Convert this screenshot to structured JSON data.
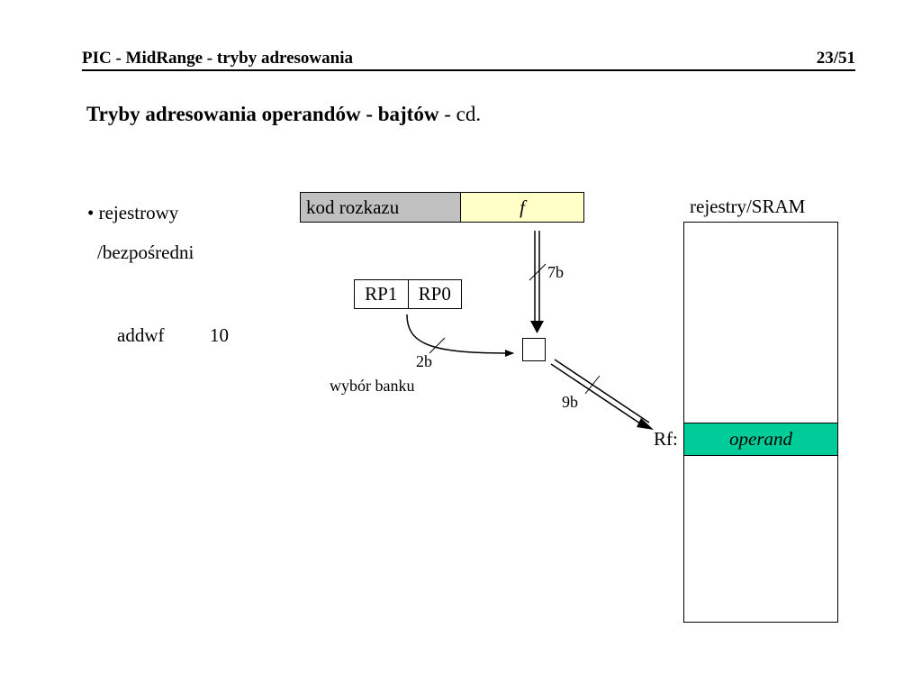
{
  "header": {
    "title": "PIC - MidRange - tryby adresowania",
    "page": "23/51"
  },
  "subtitle": {
    "bold": "Tryby adresowania operandów - bajtów",
    "normal": " - cd."
  },
  "bullet": {
    "line1": "• rejestrowy",
    "line2": "/bezpośredni"
  },
  "instruction": {
    "mnemonic": "addwf",
    "argument": "10"
  },
  "instruction_format": {
    "opcode": "kod rozkazu",
    "field": "f"
  },
  "bank_bits": [
    "RP1",
    "RP0"
  ],
  "labels": {
    "bits_f": "7b",
    "bits_bank": "2b",
    "bank_select": "wybór banku",
    "bits_addr": "9b"
  },
  "memory": {
    "title": "rejestry/SRAM",
    "row_label": "Rf:",
    "operand": "operand"
  },
  "colors": {
    "opcode_bg": "#c0c0c0",
    "field_bg": "#ffffc8",
    "operand_bg": "#00cc99"
  }
}
